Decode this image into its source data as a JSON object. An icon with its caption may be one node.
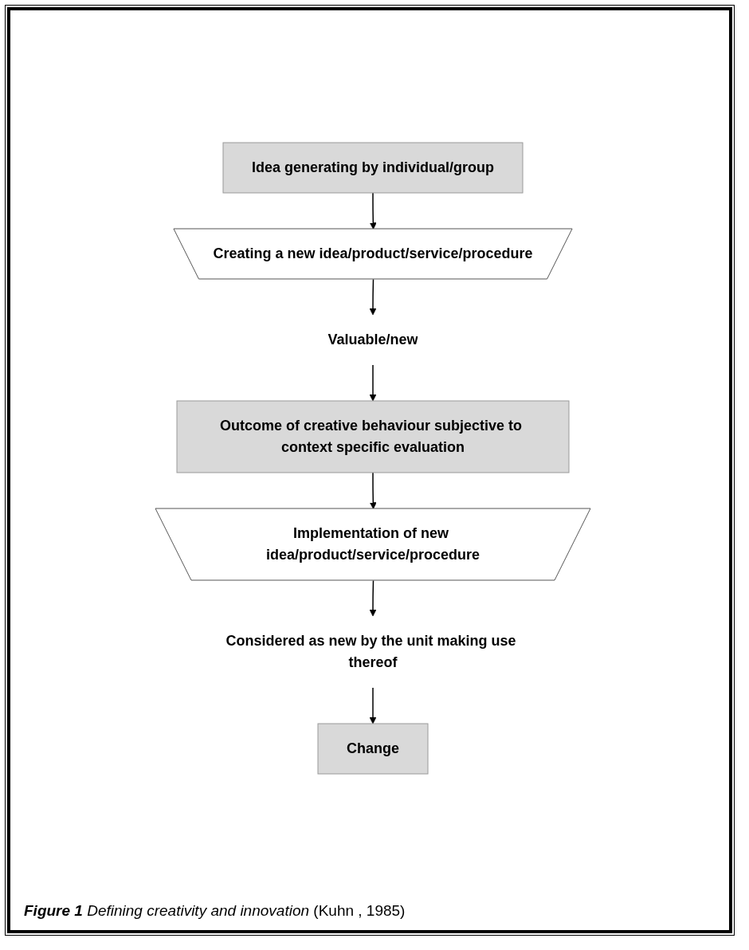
{
  "diagram": {
    "caption": "**Figure 1** *Defining creativity and innovation* (Kuhn , 1985)",
    "nodes": [
      {
        "text": [
          "Idea generating by individual/group"
        ]
      },
      {
        "text": [
          "Creating a new idea/product/service/procedure"
        ]
      },
      {
        "text": [
          "Valuable/new"
        ]
      },
      {
        "text": [
          "Outcome of creative behaviour subjective to context specific evaluation"
        ]
      },
      {
        "text": [
          "Implementation of new idea/product/service/procedure"
        ]
      },
      {
        "text": [
          "Considered as new by the unit making use thereof"
        ]
      },
      {
        "text": [
          "Change"
        ]
      }
    ],
    "edges": [
      {
        "from": 0,
        "to": 1,
        "arrow": "to"
      },
      {
        "from": 1,
        "to": 2,
        "arrow": "to"
      },
      {
        "from": 2,
        "to": 3,
        "arrow": "to"
      },
      {
        "from": 3,
        "to": 4,
        "arrow": "to"
      },
      {
        "from": 4,
        "to": 5,
        "arrow": "to"
      },
      {
        "from": 5,
        "to": 6,
        "arrow": "to"
      }
    ]
  }
}
